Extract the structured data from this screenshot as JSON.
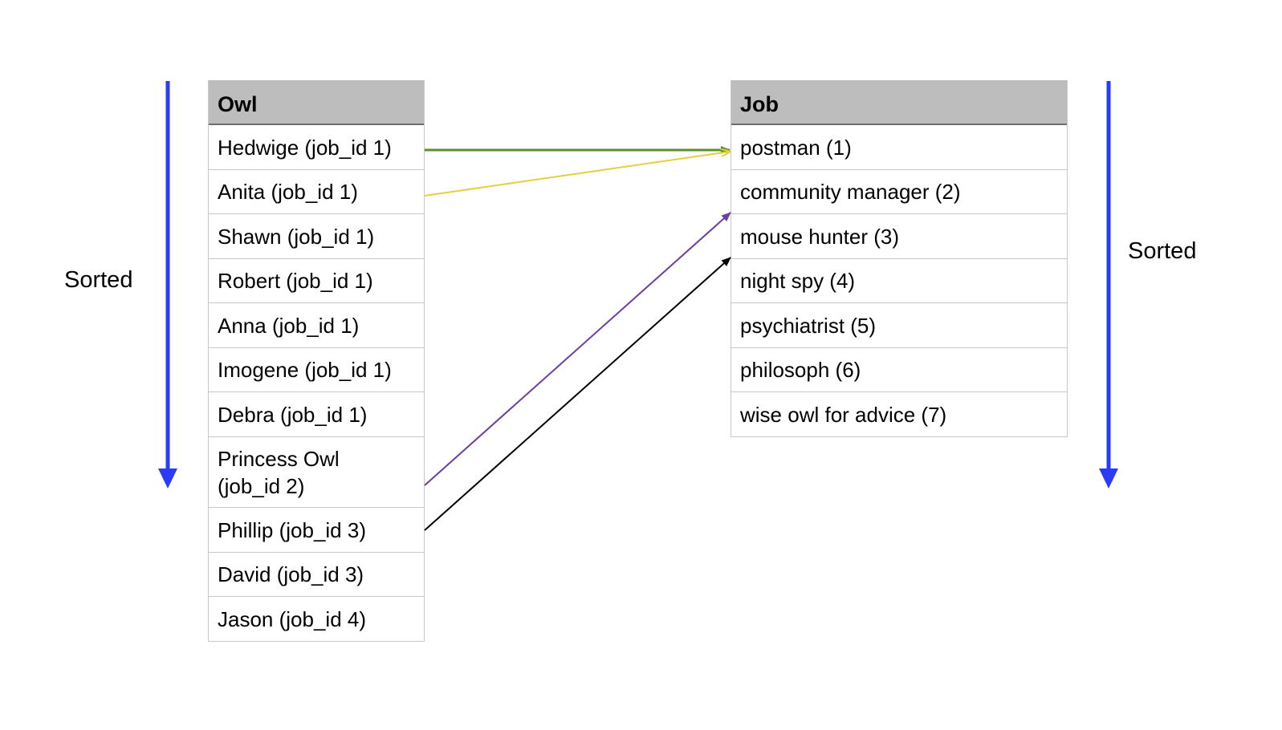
{
  "left_label": "Sorted",
  "right_label": "Sorted",
  "owl_table": {
    "header": "Owl",
    "rows": [
      "Hedwige  (job_id 1)",
      "Anita  (job_id 1)",
      "Shawn  (job_id 1)",
      "Robert (job_id 1)",
      "Anna (job_id 1)",
      "Imogene (job_id 1)",
      "Debra (job_id 1)",
      "Princess Owl\n(job_id 2)",
      "Phillip (job_id 3)",
      "David (job_id 3)",
      "Jason (job_id 4)"
    ]
  },
  "job_table": {
    "header": "Job",
    "rows": [
      "postman (1)",
      "community manager (2)",
      "mouse hunter (3)",
      "night spy (4)",
      "psychiatrist (5)",
      "philosoph (6)",
      "wise owl for advice (7)"
    ]
  },
  "links": [
    {
      "from": "Hedwige",
      "to": "postman (1)",
      "color": "#5a8f2a"
    },
    {
      "from": "Anita",
      "to": "postman (1)",
      "color": "#e2d03c"
    },
    {
      "from": "Princess Owl",
      "to": "community manager (2)",
      "color": "#6b3fa0"
    },
    {
      "from": "Phillip",
      "to": "mouse hunter (3)",
      "color": "#000000"
    }
  ],
  "arrow_color": "#2a3cf5"
}
